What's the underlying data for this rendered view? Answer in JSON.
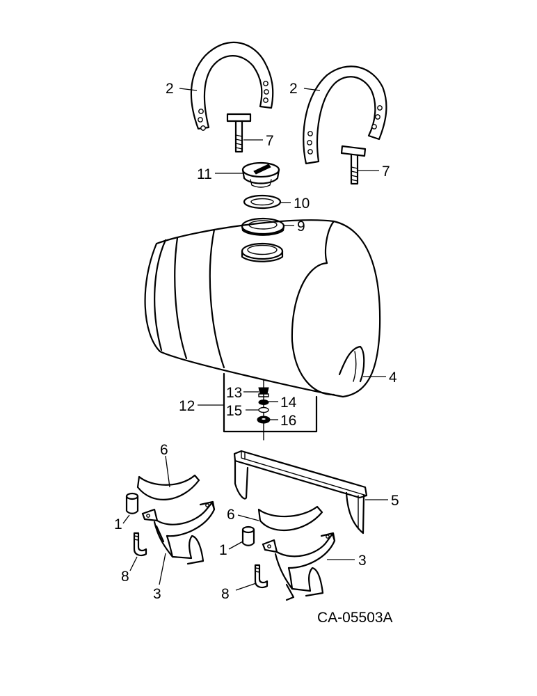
{
  "callouts": {
    "c1": "1",
    "c2": "2",
    "c3": "3",
    "c4": "4",
    "c5": "5",
    "c6": "6",
    "c7": "7",
    "c8": "8",
    "c9": "9",
    "c10": "10",
    "c11": "11",
    "c12": "12",
    "c13": "13",
    "c14": "14",
    "c15": "15",
    "c16": "16"
  },
  "figure_code": "CA-05503A"
}
